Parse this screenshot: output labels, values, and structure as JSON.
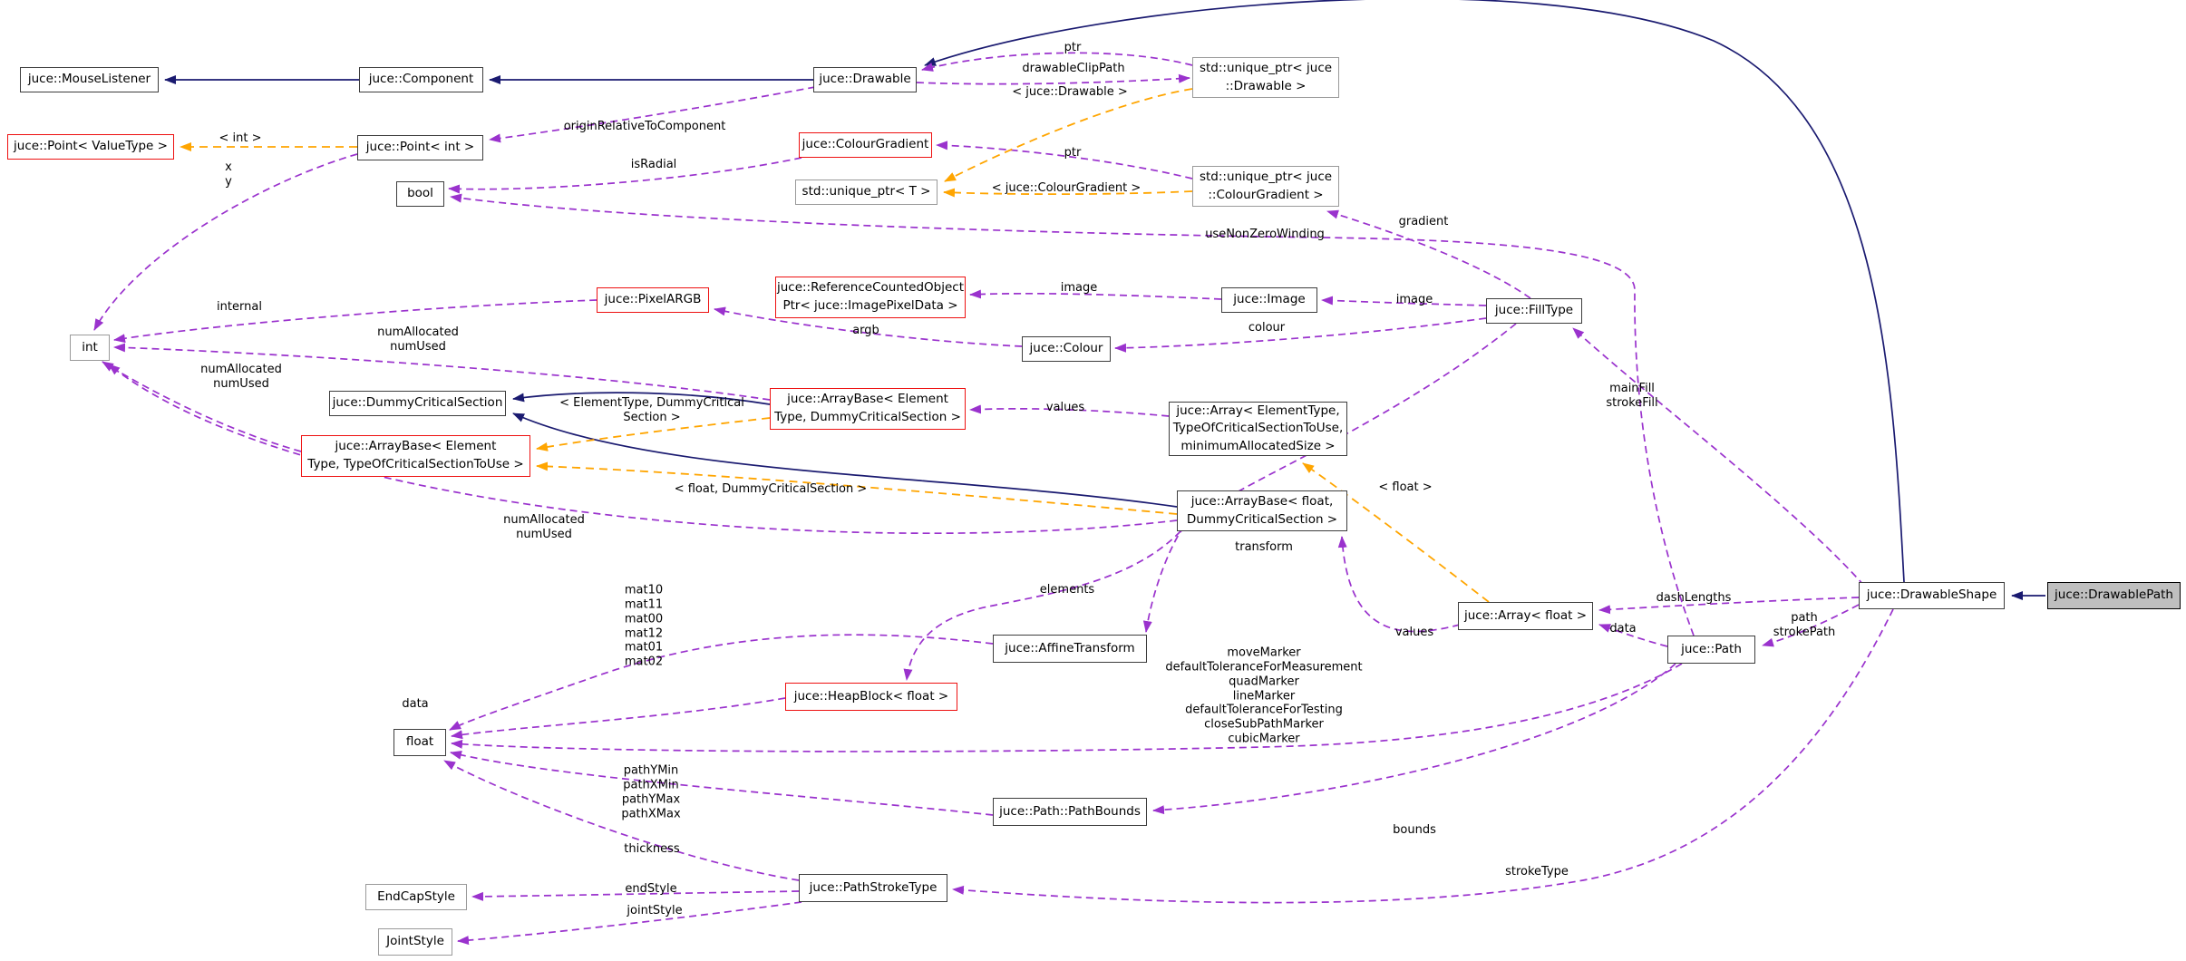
{
  "diagram": {
    "type": "doxygen-collaboration-graph",
    "target_class": "juce::DrawablePath",
    "colors": {
      "inheritance_edge": "#1a1a70",
      "usage_edge": "#9a32cd",
      "template_edge": "#ffa500",
      "highlight_border": "#ee1111",
      "target_fill": "#bfbfbf",
      "box_border": "#3d3d3d",
      "background": "#ffffff"
    }
  },
  "nodes": {
    "mouselistener": {
      "label": "juce::MouseListener"
    },
    "component": {
      "label": "juce::Component"
    },
    "drawable": {
      "label": "juce::Drawable"
    },
    "uptr_drawable": {
      "label": "std::unique_ptr< juce\n::Drawable >"
    },
    "point_valuetype": {
      "label": "juce::Point< ValueType >"
    },
    "point_int": {
      "label": "juce::Point< int >"
    },
    "colourgradient": {
      "label": "juce::ColourGradient"
    },
    "uptr_t": {
      "label": "std::unique_ptr< T >"
    },
    "uptr_cg": {
      "label": "std::unique_ptr< juce\n::ColourGradient >"
    },
    "bool": {
      "label": "bool"
    },
    "pixelargb": {
      "label": "juce::PixelARGB"
    },
    "refcountedptr": {
      "label": "juce::ReferenceCountedObject\nPtr< juce::ImagePixelData >"
    },
    "image": {
      "label": "juce::Image"
    },
    "filltype": {
      "label": "juce::FillType"
    },
    "colour": {
      "label": "juce::Colour"
    },
    "int": {
      "label": "int"
    },
    "dummycs": {
      "label": "juce::DummyCriticalSection"
    },
    "arraybase_et_dcs": {
      "label": "juce::ArrayBase< Element\nType, DummyCriticalSection >"
    },
    "array_et": {
      "label": "juce::Array< ElementType,\nTypeOfCriticalSectionToUse,\nminimumAllocatedSize >"
    },
    "arraybase_et_tocs": {
      "label": "juce::ArrayBase< Element\nType, TypeOfCriticalSectionToUse >"
    },
    "arraybase_float": {
      "label": "juce::ArrayBase< float,\nDummyCriticalSection >"
    },
    "array_float": {
      "label": "juce::Array< float >"
    },
    "path": {
      "label": "juce::Path"
    },
    "drawableshape": {
      "label": "juce::DrawableShape"
    },
    "drawablepath": {
      "label": "juce::DrawablePath"
    },
    "affinetransform": {
      "label": "juce::AffineTransform"
    },
    "heapblock": {
      "label": "juce::HeapBlock< float >"
    },
    "float": {
      "label": "float"
    },
    "pathbounds": {
      "label": "juce::Path::PathBounds"
    },
    "pathstroketype": {
      "label": "juce::PathStrokeType"
    },
    "endcapstyle": {
      "label": "EndCapStyle"
    },
    "jointstyle": {
      "label": "JointStyle"
    }
  },
  "edge_labels": {
    "originRelativeToComponent": {
      "text": "originRelativeToComponent"
    },
    "ptr_drawable": {
      "text": "ptr"
    },
    "drawableClipPath": {
      "text": "drawableClipPath"
    },
    "tmpl_drawable": {
      "text": "< juce::Drawable >"
    },
    "tmpl_int": {
      "text": "< int >"
    },
    "x_y": {
      "text": "x\ny"
    },
    "isRadial": {
      "text": "isRadial"
    },
    "ptr_cg": {
      "text": "ptr"
    },
    "tmpl_cg": {
      "text": "< juce::ColourGradient >"
    },
    "gradient": {
      "text": "gradient"
    },
    "useNonZeroWinding": {
      "text": "useNonZeroWinding"
    },
    "image_ref": {
      "text": "image"
    },
    "image_fill": {
      "text": "image"
    },
    "colour": {
      "text": "colour"
    },
    "argb": {
      "text": "argb"
    },
    "internal": {
      "text": "internal"
    },
    "numAlloc1": {
      "text": "numAllocated\nnumUsed"
    },
    "numAlloc2": {
      "text": "numAllocated\nnumUsed"
    },
    "numAlloc3": {
      "text": "numAllocated\nnumUsed"
    },
    "tmpl_et_dcs": {
      "text": "< ElementType, DummyCritical\nSection >"
    },
    "values_et": {
      "text": "values"
    },
    "tmpl_float_dcs": {
      "text": "< float, DummyCriticalSection >"
    },
    "tmpl_float": {
      "text": "< float >"
    },
    "transform": {
      "text": "transform"
    },
    "mainFill": {
      "text": "mainFill\nstrokeFill"
    },
    "dashLengths": {
      "text": "dashLengths"
    },
    "path_strokePath": {
      "text": "path\nstrokePath"
    },
    "values_float": {
      "text": "values"
    },
    "data_path": {
      "text": "data"
    },
    "elements": {
      "text": "elements"
    },
    "mat_block": {
      "text": "mat10\nmat11\nmat00\nmat12\nmat01\nmat02"
    },
    "marker_block": {
      "text": "moveMarker\ndefaultToleranceForMeasurement\nquadMarker\nlineMarker\ndefaultToleranceForTesting\ncloseSubPathMarker\ncubicMarker"
    },
    "data_heap": {
      "text": "data"
    },
    "pathxy_block": {
      "text": "pathYMin\npathXMin\npathYMax\npathXMax"
    },
    "thickness": {
      "text": "thickness"
    },
    "bounds": {
      "text": "bounds"
    },
    "strokeType": {
      "text": "strokeType"
    },
    "endStyle": {
      "text": "endStyle"
    },
    "jointStyle": {
      "text": "jointStyle"
    }
  },
  "edges": [
    {
      "from": "juce::Component",
      "to": "juce::MouseListener",
      "kind": "inheritance"
    },
    {
      "from": "juce::Drawable",
      "to": "juce::Component",
      "kind": "inheritance"
    },
    {
      "from": "juce::DrawableShape",
      "to": "juce::Drawable",
      "kind": "inheritance"
    },
    {
      "from": "juce::DrawablePath",
      "to": "juce::DrawableShape",
      "kind": "inheritance"
    },
    {
      "from": "juce::ArrayBase< ElementType, DummyCriticalSection >",
      "to": "juce::DummyCriticalSection",
      "kind": "inheritance"
    },
    {
      "from": "juce::ArrayBase< float, DummyCriticalSection >",
      "to": "juce::DummyCriticalSection",
      "kind": "inheritance"
    },
    {
      "from": "juce::Drawable",
      "to": "juce::Point< int >",
      "kind": "usage",
      "label": "originRelativeToComponent"
    },
    {
      "from": "std::unique_ptr< juce::Drawable >",
      "to": "juce::Drawable",
      "kind": "usage",
      "label": "ptr"
    },
    {
      "from": "juce::Drawable",
      "to": "std::unique_ptr< juce::Drawable >",
      "kind": "usage",
      "label": "drawableClipPath"
    },
    {
      "from": "std::unique_ptr< juce::ColourGradient >",
      "to": "juce::ColourGradient",
      "kind": "usage",
      "label": "ptr"
    },
    {
      "from": "juce::ColourGradient",
      "to": "bool",
      "kind": "usage",
      "label": "isRadial"
    },
    {
      "from": "juce::Path",
      "to": "bool",
      "kind": "usage",
      "label": "useNonZeroWinding"
    },
    {
      "from": "juce::Image",
      "to": "juce::ReferenceCountedObjectPtr< juce::ImagePixelData >",
      "kind": "usage",
      "label": "image"
    },
    {
      "from": "juce::FillType",
      "to": "juce::Image",
      "kind": "usage",
      "label": "image"
    },
    {
      "from": "juce::FillType",
      "to": "juce::Colour",
      "kind": "usage",
      "label": "colour"
    },
    {
      "from": "juce::Colour",
      "to": "juce::PixelARGB",
      "kind": "usage",
      "label": "argb"
    },
    {
      "from": "juce::PixelARGB",
      "to": "int",
      "kind": "usage",
      "label": "internal"
    },
    {
      "from": "juce::Point< int >",
      "to": "int",
      "kind": "usage",
      "label": "x y"
    },
    {
      "from": "juce::ArrayBase< ElementType, DummyCriticalSection >",
      "to": "int",
      "kind": "usage",
      "label": "numAllocated numUsed"
    },
    {
      "from": "juce::ArrayBase< ElementType, TypeOfCriticalSectionToUse >",
      "to": "int",
      "kind": "usage",
      "label": "numAllocated numUsed"
    },
    {
      "from": "juce::ArrayBase< float, DummyCriticalSection >",
      "to": "int",
      "kind": "usage",
      "label": "numAllocated numUsed"
    },
    {
      "from": "juce::Array< ElementType, TypeOfCriticalSectionToUse, minimumAllocatedSize >",
      "to": "juce::ArrayBase< ElementType, DummyCriticalSection >",
      "kind": "usage",
      "label": "values"
    },
    {
      "from": "juce::Array< float >",
      "to": "juce::ArrayBase< float, DummyCriticalSection >",
      "kind": "usage",
      "label": "values"
    },
    {
      "from": "juce::Path",
      "to": "juce::Array< float >",
      "kind": "usage",
      "label": "data"
    },
    {
      "from": "juce::DrawableShape",
      "to": "juce::Array< float >",
      "kind": "usage",
      "label": "dashLengths"
    },
    {
      "from": "juce::DrawableShape",
      "to": "juce::Path",
      "kind": "usage",
      "label": "path strokePath"
    },
    {
      "from": "juce::DrawableShape",
      "to": "juce::FillType",
      "kind": "usage",
      "label": "mainFill strokeFill"
    },
    {
      "from": "juce::FillType",
      "to": "std::unique_ptr< juce::ColourGradient >",
      "kind": "usage",
      "label": "gradient"
    },
    {
      "from": "juce::FillType",
      "to": "juce::AffineTransform",
      "kind": "usage",
      "label": "transform"
    },
    {
      "from": "juce::ArrayBase< float, DummyCriticalSection >",
      "to": "juce::HeapBlock< float >",
      "kind": "usage",
      "label": "elements"
    },
    {
      "from": "juce::AffineTransform",
      "to": "float",
      "kind": "usage",
      "label": "mat10 mat11 mat00 mat12 mat01 mat02"
    },
    {
      "from": "juce::HeapBlock< float >",
      "to": "float",
      "kind": "usage",
      "label": "data"
    },
    {
      "from": "juce::Path",
      "to": "float",
      "kind": "usage",
      "label": "moveMarker defaultToleranceForMeasurement quadMarker lineMarker defaultToleranceForTesting closeSubPathMarker cubicMarker"
    },
    {
      "from": "juce::Path::PathBounds",
      "to": "float",
      "kind": "usage",
      "label": "pathYMin pathXMin pathYMax pathXMax"
    },
    {
      "from": "juce::PathStrokeType",
      "to": "float",
      "kind": "usage",
      "label": "thickness"
    },
    {
      "from": "juce::Path",
      "to": "juce::Path::PathBounds",
      "kind": "usage",
      "label": "bounds"
    },
    {
      "from": "juce::DrawableShape",
      "to": "juce::PathStrokeType",
      "kind": "usage",
      "label": "strokeType"
    },
    {
      "from": "juce::PathStrokeType",
      "to": "EndCapStyle",
      "kind": "usage",
      "label": "endStyle"
    },
    {
      "from": "juce::PathStrokeType",
      "to": "JointStyle",
      "kind": "usage",
      "label": "jointStyle"
    },
    {
      "from": "juce::Point< int >",
      "to": "juce::Point< ValueType >",
      "kind": "template",
      "label": "< int >"
    },
    {
      "from": "std::unique_ptr< juce::Drawable >",
      "to": "std::unique_ptr< T >",
      "kind": "template",
      "label": "< juce::Drawable >"
    },
    {
      "from": "std::unique_ptr< juce::ColourGradient >",
      "to": "std::unique_ptr< T >",
      "kind": "template",
      "label": "< juce::ColourGradient >"
    },
    {
      "from": "juce::ArrayBase< ElementType, DummyCriticalSection >",
      "to": "juce::ArrayBase< ElementType, TypeOfCriticalSectionToUse >",
      "kind": "template",
      "label": "< ElementType, DummyCriticalSection >"
    },
    {
      "from": "juce::ArrayBase< float, DummyCriticalSection >",
      "to": "juce::ArrayBase< ElementType, TypeOfCriticalSectionToUse >",
      "kind": "template",
      "label": "< float, DummyCriticalSection >"
    },
    {
      "from": "juce::Array< float >",
      "to": "juce::Array< ElementType, TypeOfCriticalSectionToUse, minimumAllocatedSize >",
      "kind": "template",
      "label": "< float >"
    }
  ]
}
